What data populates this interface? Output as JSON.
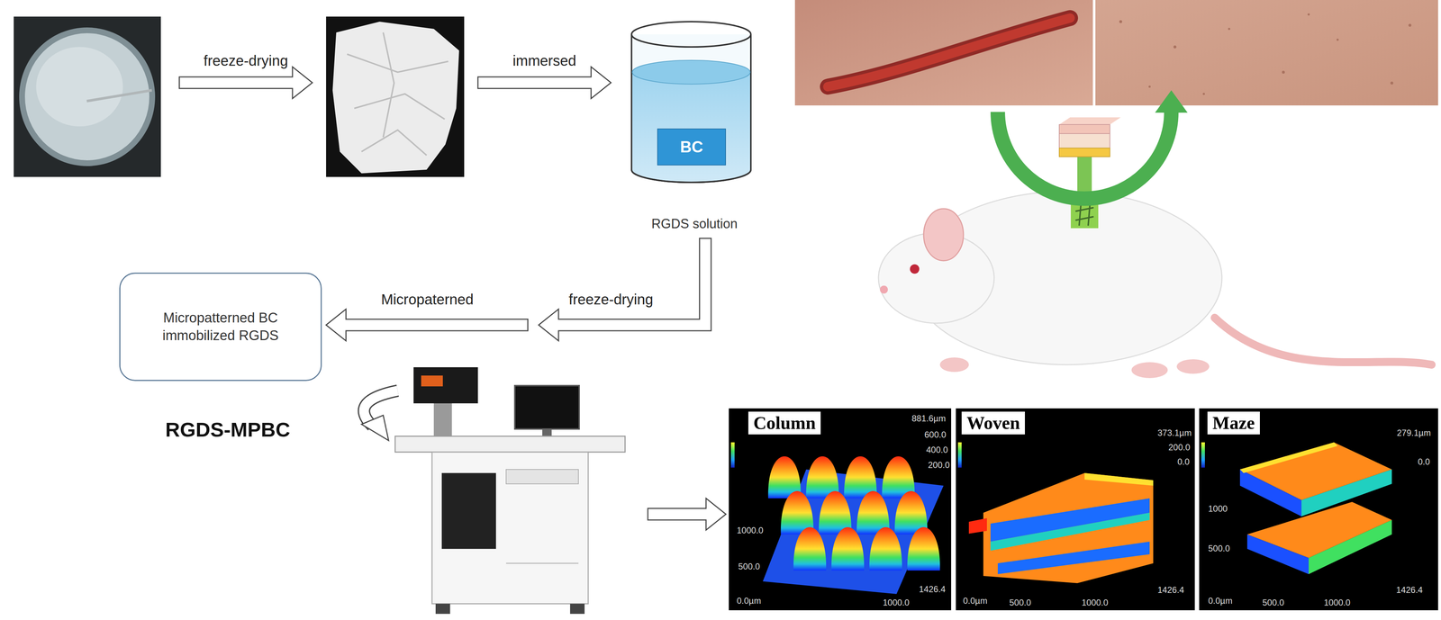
{
  "diagram": {
    "nodes": [
      {
        "text": [
          "RGDS solution"
        ]
      },
      {
        "text": [
          "BC"
        ],
        "in": 0
      },
      {
        "text": [
          "Micropatterned BC immobilized RGDS"
        ]
      },
      {
        "text": [
          "Column"
        ]
      },
      {
        "text": [
          "Woven"
        ]
      },
      {
        "text": [
          "Maze"
        ]
      }
    ],
    "labels": [
      "freeze-drying",
      "immersed",
      "freeze-drying",
      "Micropaterned",
      "RGDS-MPBC",
      "881.6µm",
      "600.0",
      "400.0",
      "200.0",
      "1000.0",
      "500.0",
      "0.0µm",
      "1000.0",
      "1426.4",
      "373.1µm",
      "200.0",
      "0.0",
      "0.0µm",
      "500.0",
      "1000.0",
      "1426.4",
      "279.1µm",
      "0.0",
      "1000",
      "500.0",
      "0.0µm",
      "500.0",
      "1000.0",
      "1426.4"
    ]
  }
}
